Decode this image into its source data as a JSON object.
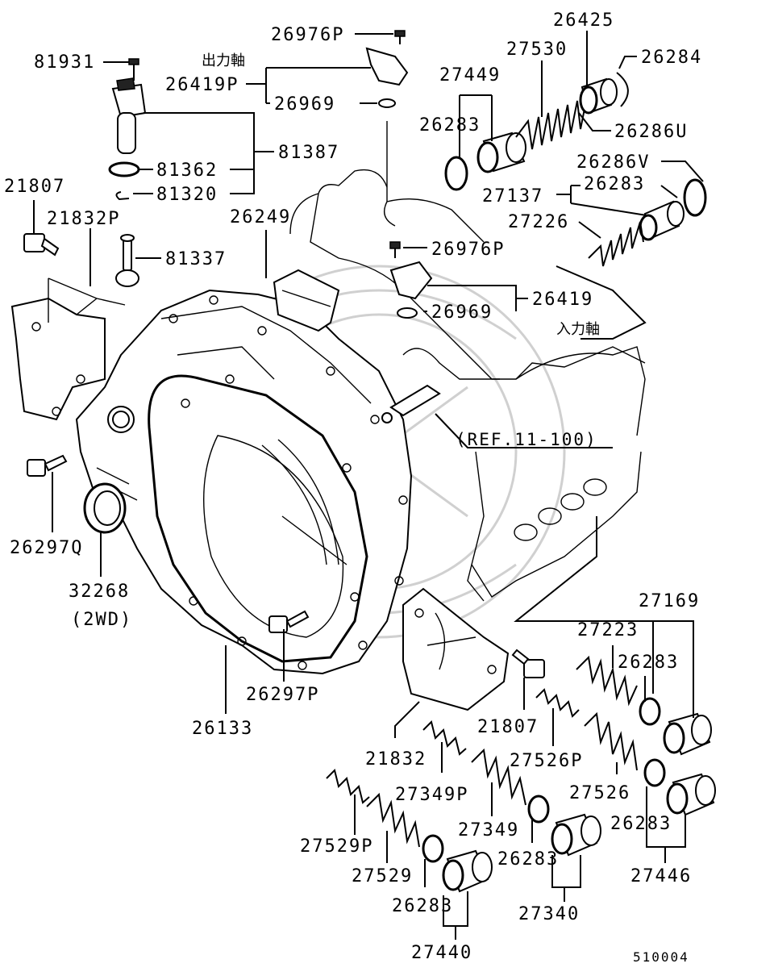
{
  "labels": {
    "p81931": "81931",
    "p26976P_top": "26976P",
    "output_shaft": "出力軸",
    "p26419P": "26419P",
    "p26969_top": "26969",
    "p81387": "81387",
    "p81362": "81362",
    "p81320": "81320",
    "p21807_top": "21807",
    "p21832P": "21832P",
    "p81337": "81337",
    "p26249": "26249",
    "p26976P_mid": "26976P",
    "p26419": "26419",
    "p26969_mid": "26969",
    "input_shaft": "入力軸",
    "p27449": "27449",
    "p27530": "27530",
    "p26425": "26425",
    "p26284": "26284",
    "p26283_a": "26283",
    "p26286U": "26286U",
    "p26286V": "26286V",
    "p27137": "27137",
    "p26283_b": "26283",
    "p27226": "27226",
    "ref": "(REF.11-100)",
    "p26297Q": "26297Q",
    "p32268": "32268",
    "p2wd": "(2WD)",
    "p26297P": "26297P",
    "p26133": "26133",
    "p21832": "21832",
    "p21807_bot": "21807",
    "p27169": "27169",
    "p27223": "27223",
    "p26283_c": "26283",
    "p27526P": "27526P",
    "p27526": "27526",
    "p26283_d": "26283",
    "p27446": "27446",
    "p27349P": "27349P",
    "p27349": "27349",
    "p26283_e": "26283",
    "p27340": "27340",
    "p27529P": "27529P",
    "p27529": "27529",
    "p26283_f": "26283",
    "p27440": "27440",
    "diagram_code": "510004"
  }
}
